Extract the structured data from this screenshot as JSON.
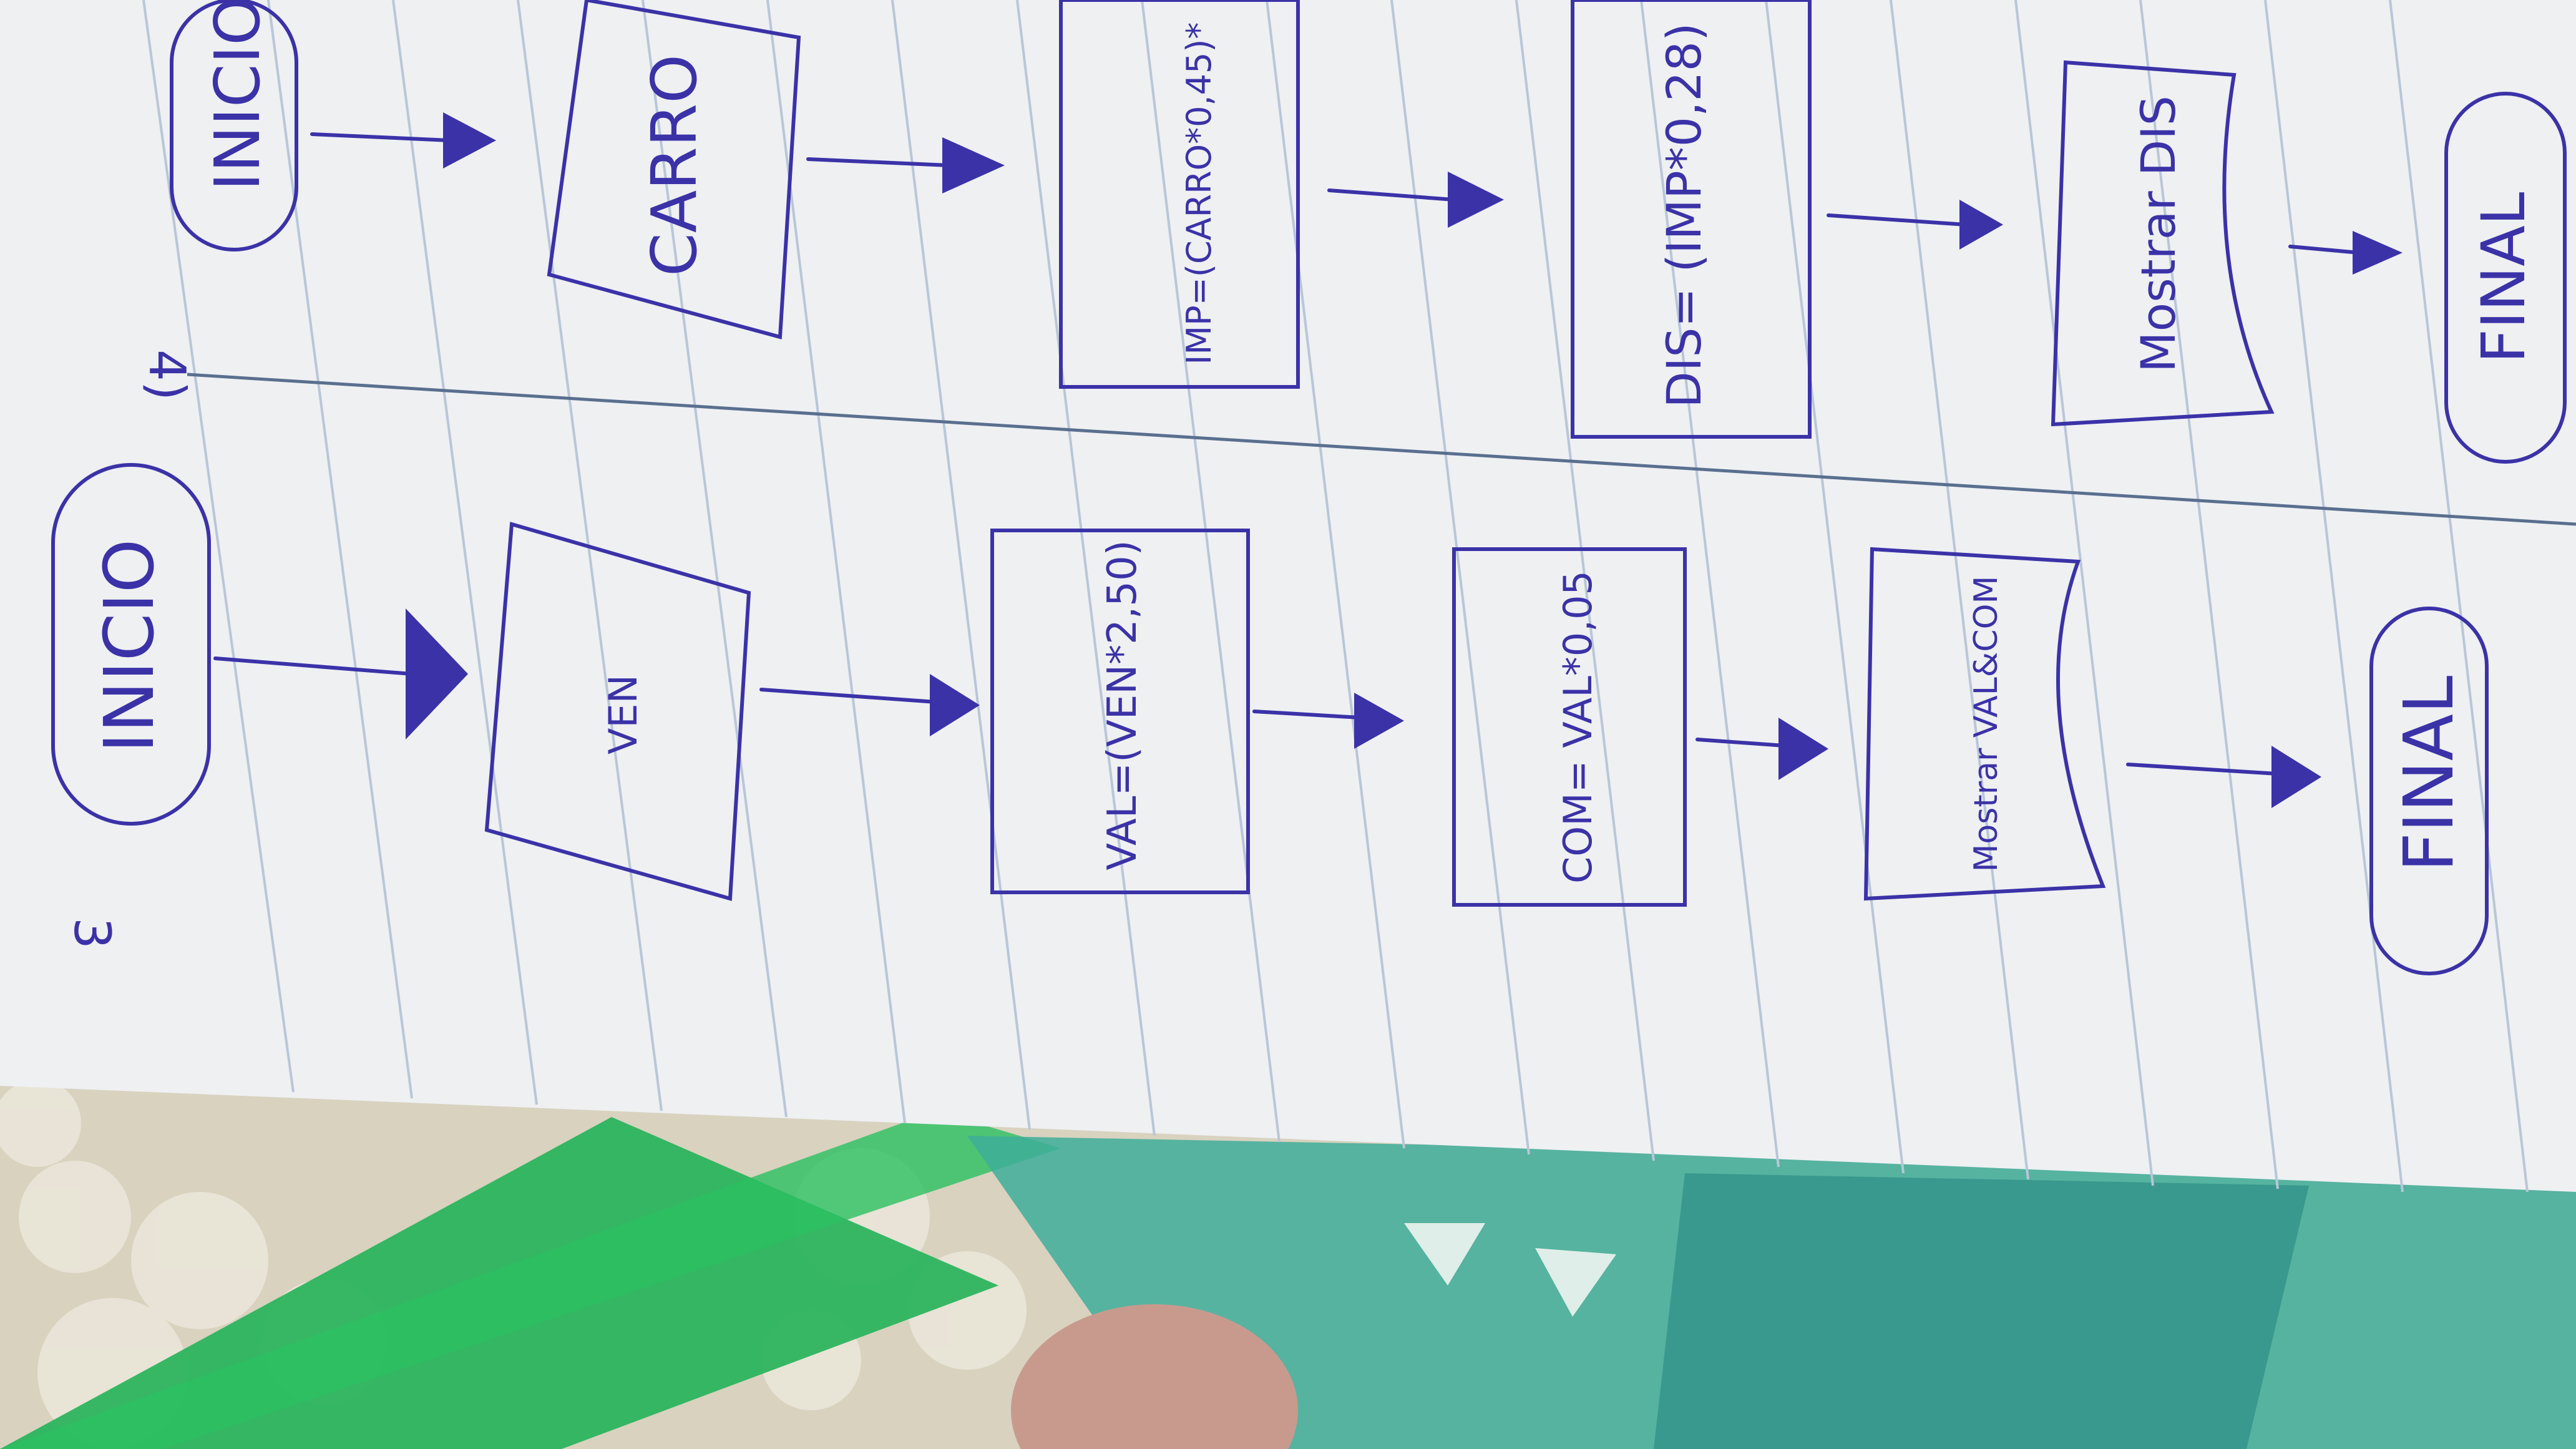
{
  "colors": {
    "ink": "#3b32a8",
    "paper": "#eef0f2",
    "rule": "#b9c6d8",
    "ruler": "#27b35a",
    "template": "#3fae9a",
    "fabric": "#d8d2bf"
  },
  "diagram_3": {
    "number": "3",
    "start": "INICIO",
    "input": "VEN",
    "process_1": "VAL=(VEN*2,50)",
    "process_2": "COM= VAL*0,05",
    "output": "Mostrar VAL&COM",
    "end": "FINAL"
  },
  "diagram_4": {
    "number": "4)",
    "start": "INICIO",
    "input": "CARRO",
    "process_1": "IMP=(CARRO*0,45)*",
    "process_2": "DIS= (IMP*0,28)",
    "output": "Mostrar DIS",
    "end": "FINAL"
  }
}
